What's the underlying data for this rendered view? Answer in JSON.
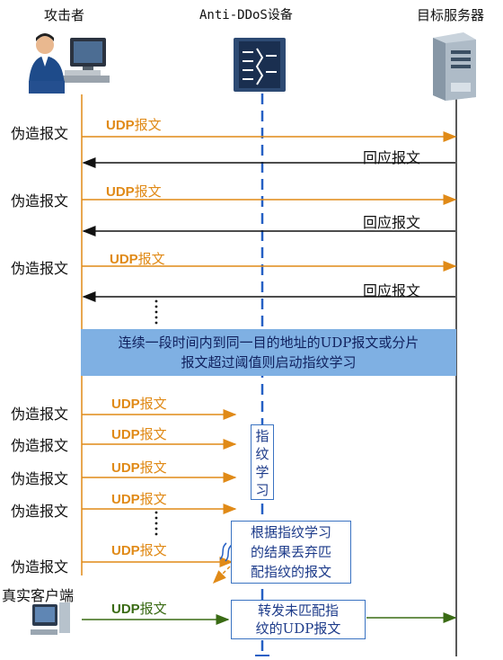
{
  "headers": {
    "attacker": "攻击者",
    "device": "Anti-DDoS设备",
    "server": "目标服务器"
  },
  "labels": {
    "forged": "伪造报文",
    "response": "回应报文",
    "udp_prefix": "UDP",
    "udp_suffix": "报文",
    "real_client": "真实客户端"
  },
  "banner": {
    "line1": "连续一段时间内到同一目的地址的UDP报文或分片",
    "line2": "报文超过阈值则启动指纹学习"
  },
  "learning_box": {
    "chars": [
      "指",
      "纹",
      "学",
      "习"
    ]
  },
  "discard_box": {
    "lines": [
      "根据指纹学习",
      "的结果丢弃匹",
      "配指纹的报文"
    ]
  },
  "forward_box": {
    "line1": "转发未匹配指",
    "line2": "纹的UDP报文"
  },
  "colors": {
    "orange": "#e08a17",
    "green": "#3a6b14",
    "blue_line": "#2560c4",
    "banner": "#7fb0e3"
  },
  "icons": [
    "attacker-person-icon",
    "anti-ddos-device-icon",
    "server-icon",
    "client-computer-icon"
  ]
}
